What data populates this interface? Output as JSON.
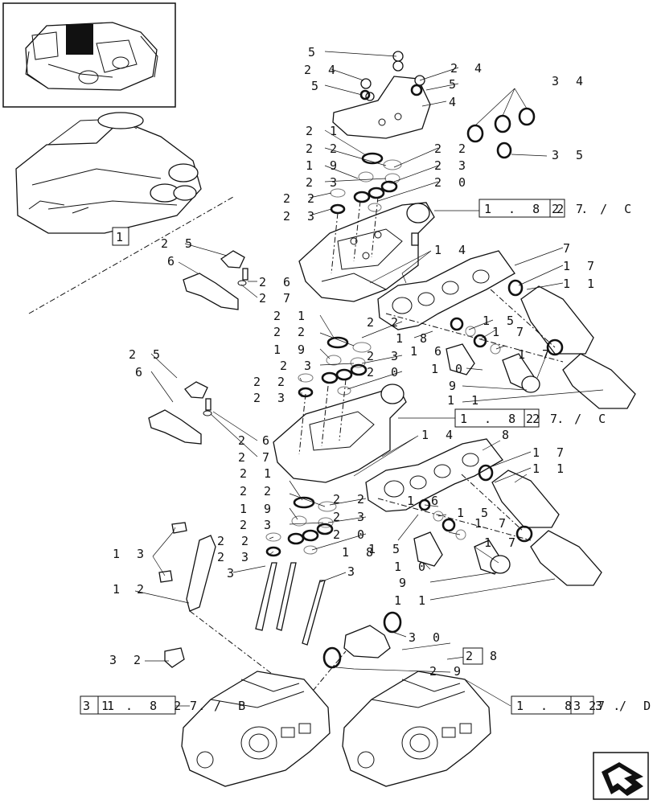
{
  "labels": [
    "5",
    "2 4",
    "5",
    "2 4",
    "5",
    "4",
    "3 4",
    "3 5",
    "2 1",
    "2 2",
    "1 9",
    "2 3",
    "2 2",
    "2 3",
    "2 2",
    "2 3",
    "2 0",
    "2 5",
    "6",
    "2 6",
    "2 7",
    "1 4",
    "7",
    "1 7",
    "1 1",
    "2 1",
    "2 2",
    "1 9",
    "2 3",
    "2 2",
    "2 3",
    "2 2",
    "2 3",
    "2 0",
    "1 8",
    "1 5",
    "1 6",
    "1 7",
    "1 0",
    "1 7",
    "9",
    "1 1",
    "2 5",
    "6",
    "2 6",
    "2 7",
    "1 4",
    "8",
    "1 7",
    "1 1",
    "2 1",
    "2 2",
    "1 9",
    "2 3",
    "2 2",
    "2 3",
    "2 2",
    "2 3",
    "2 0",
    "1 8",
    "1 5",
    "1 6",
    "1 5",
    "1 7",
    "1 7",
    "1 0",
    "9",
    "1 1",
    "1 3",
    "1 2",
    "3",
    "3",
    "3 0",
    "2 9",
    "3 2"
  ],
  "refs": {
    "group_ref": "1",
    "ref_top": [
      "1 . 8 2 .",
      "2 7 / C"
    ],
    "ref_mid": [
      "1 . 8 2 .",
      "2 7 / C"
    ],
    "ref_bottom_left": [
      "3 1",
      "1 . 8 2 .",
      "7 / B"
    ],
    "ref_bottom_right": [
      "1 . 8 2 .",
      "3 7",
      "3 / D"
    ],
    "ref_center": "2 8"
  },
  "icons": {
    "thumbnail": "valve-block-thumbnail-icon",
    "nav": "next-page-arrow-icon"
  }
}
